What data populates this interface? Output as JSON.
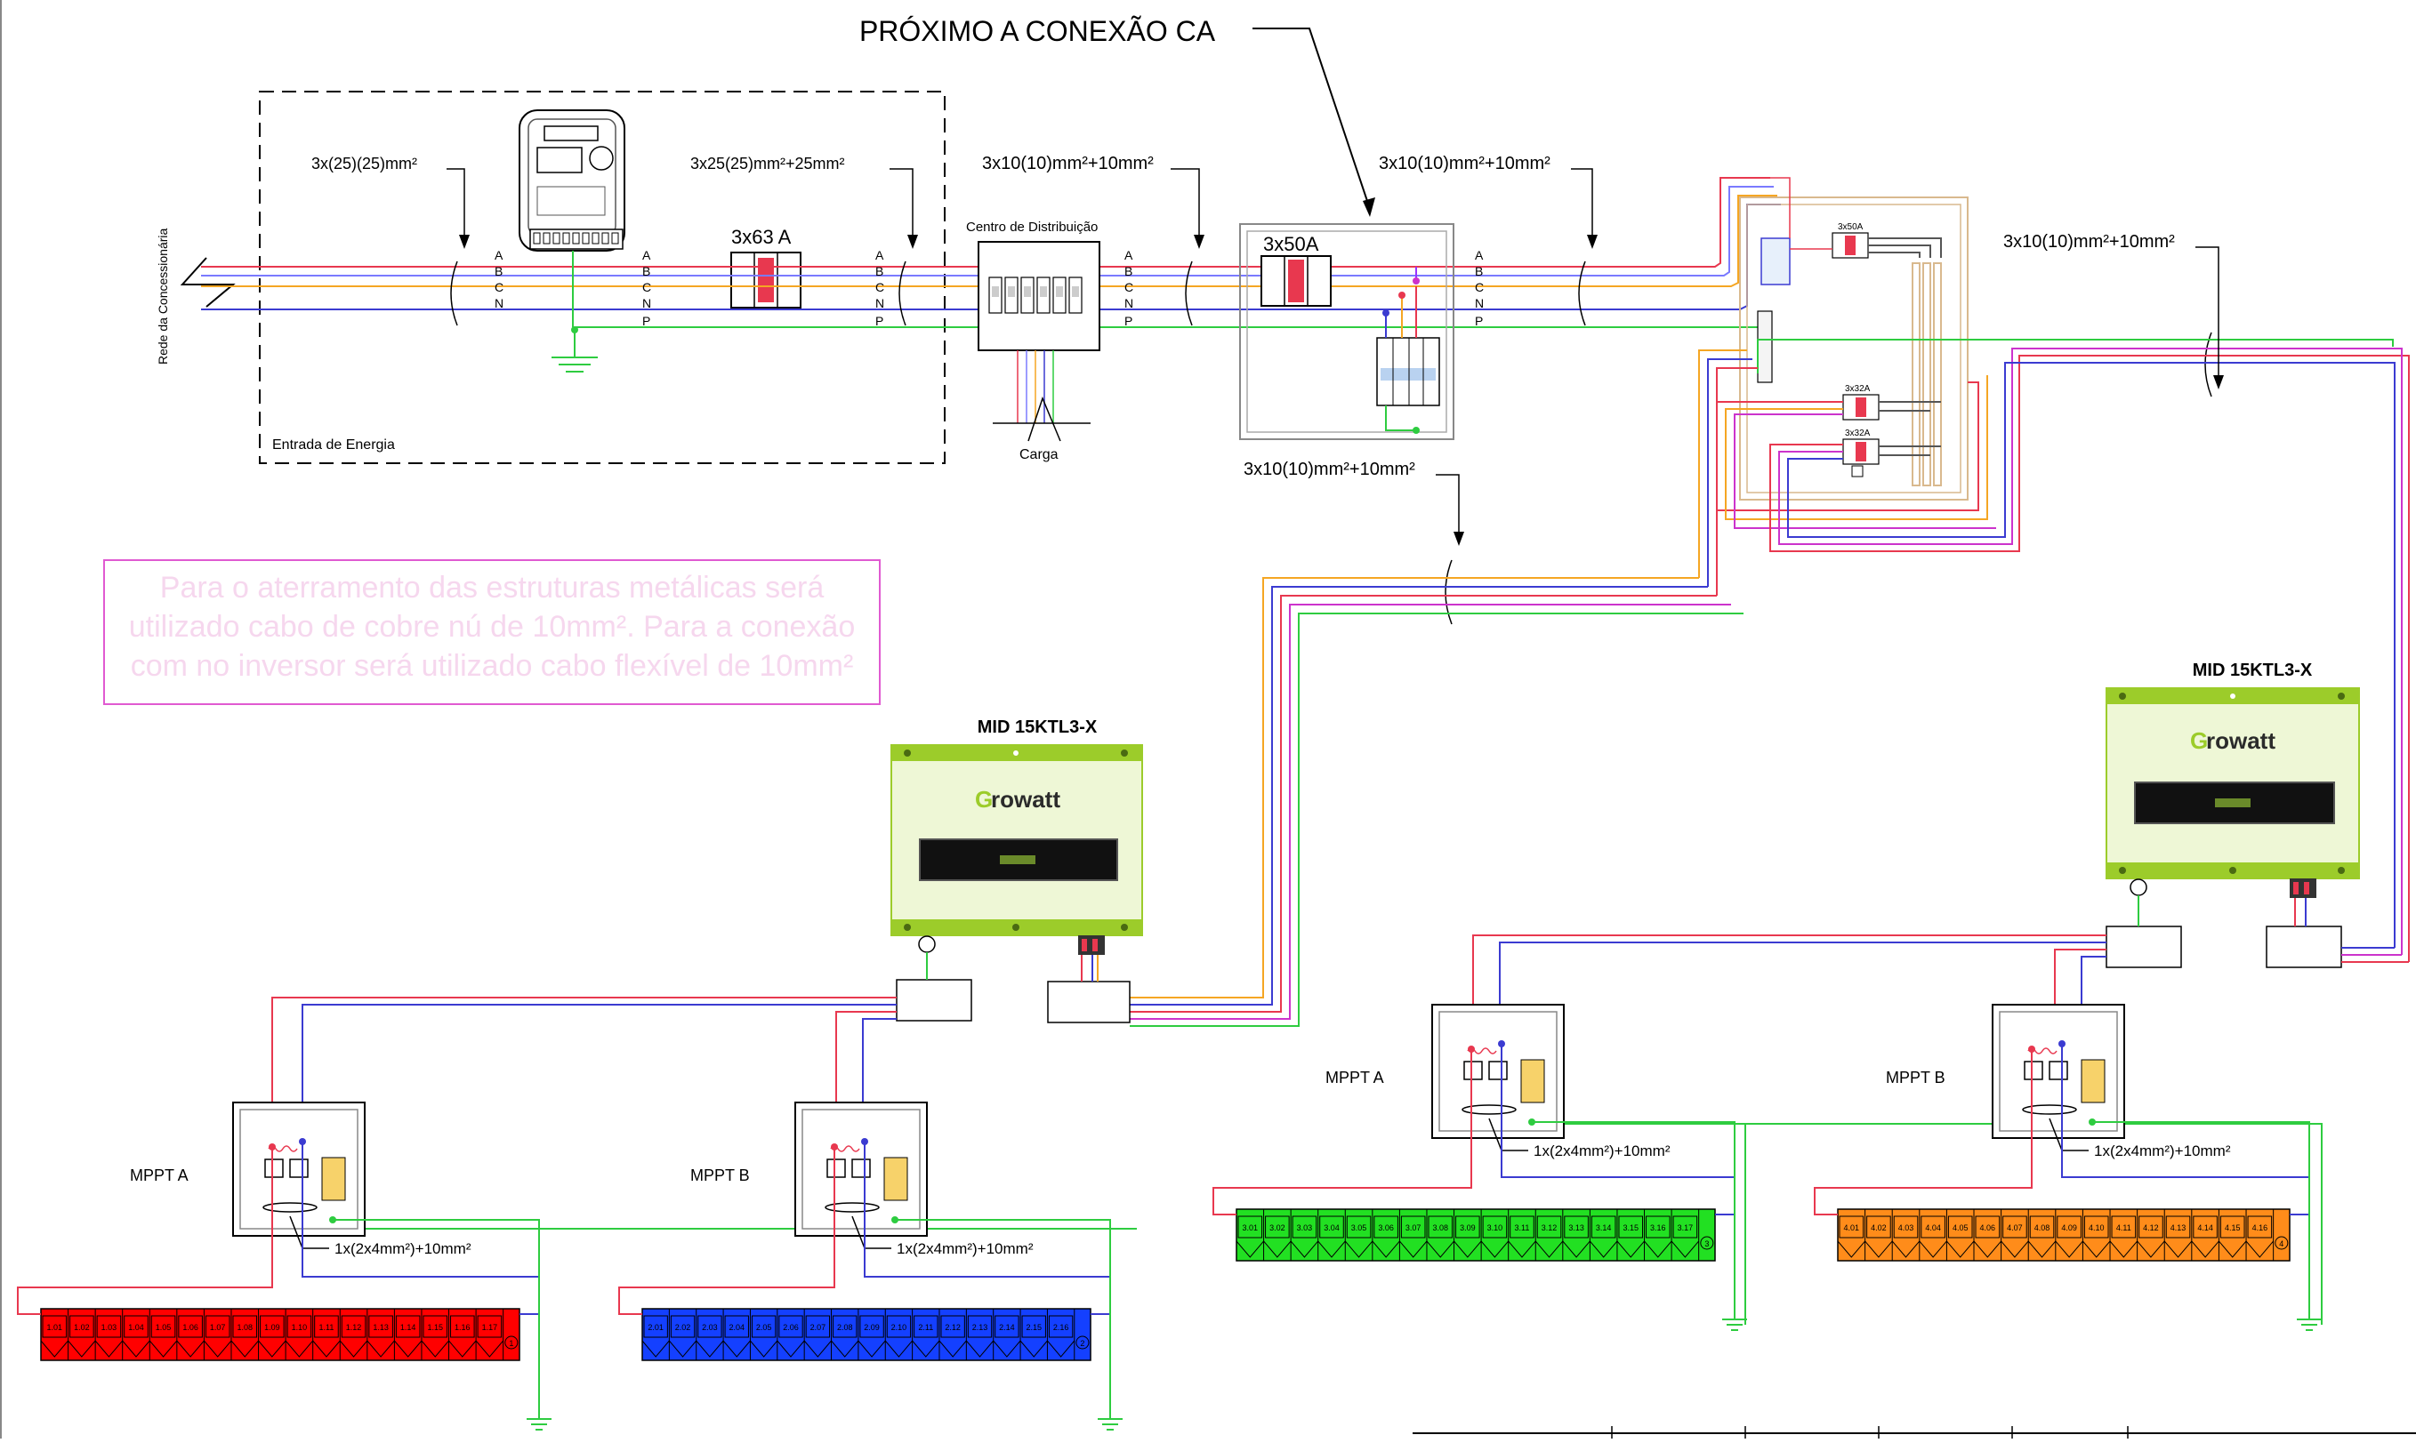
{
  "colors": {
    "phase_a": "#e8384f",
    "phase_b": "#7a7aff",
    "phase_c": "#f5a623",
    "neutral": "#3b3bd1",
    "earth": "#2ecc40",
    "inverter_body": "#eef7d6",
    "inverter_bar": "#9ccc2a",
    "string1": "#ff0000",
    "string2": "#1440ff",
    "string3": "#22e022",
    "string4": "#ff8c1a",
    "note_border": "#e05ad1",
    "note_text": "#f6d7ee"
  },
  "header": {
    "title": "PRÓXIMO A CONEXÃO CA"
  },
  "phase_letters": [
    "A",
    "B",
    "C",
    "N"
  ],
  "phase_letters_p": [
    "A",
    "B",
    "C",
    "N",
    "P"
  ],
  "entrance": {
    "rede_label": "Rede da Concessionária",
    "box_label": "Entrada de Energia",
    "cable1": "3x(25)(25)mm²",
    "cable2": "3x25(25)mm²+25mm²",
    "breaker": "3x63 A"
  },
  "distribution": {
    "label": "Centro de Distribuição",
    "load": "Carga",
    "cable": "3x10(10)mm²+10mm²"
  },
  "ac_panel": {
    "breaker": "3x50A",
    "cable_out": "3x10(10)mm²+10mm²",
    "cable_down": "3x10(10)mm²+10mm²"
  },
  "combiner": {
    "main_breaker": "3x50A",
    "breaker_1": "3x32A",
    "breaker_2": "3x32A",
    "cable": "3x10(10)mm²+10mm²"
  },
  "note": {
    "lines": [
      "Para o aterramento das estruturas metálicas será",
      "utilizado cabo de cobre nú de 10mm². Para a conexão",
      "com no inversor será utilizado cabo flexível de 10mm²"
    ]
  },
  "inverter_left": {
    "model": "MID 15KTL3-X",
    "brand_first": "G",
    "brand_rest": "rowatt"
  },
  "inverter_right": {
    "model": "MID 15KTL3-X",
    "brand_first": "G",
    "brand_rest": "rowatt"
  },
  "mppt": {
    "a_left": "MPPT A",
    "b_left": "MPPT B",
    "a_right": "MPPT A",
    "b_right": "MPPT B",
    "dc_cable": "1x(2x4mm²)+10mm²"
  },
  "strings": [
    {
      "id": "1",
      "modules": [
        "1.01",
        "1.02",
        "1.03",
        "1.04",
        "1.05",
        "1.06",
        "1.07",
        "1.08",
        "1.09",
        "1.10",
        "1.11",
        "1.12",
        "1.13",
        "1.14",
        "1.15",
        "1.16",
        "1.17"
      ]
    },
    {
      "id": "2",
      "modules": [
        "2.01",
        "2.02",
        "2.03",
        "2.04",
        "2.05",
        "2.06",
        "2.07",
        "2.08",
        "2.09",
        "2.10",
        "2.11",
        "2.12",
        "2.13",
        "2.14",
        "2.15",
        "2.16"
      ]
    },
    {
      "id": "3",
      "modules": [
        "3.01",
        "3.02",
        "3.03",
        "3.04",
        "3.05",
        "3.06",
        "3.07",
        "3.08",
        "3.09",
        "3.10",
        "3.11",
        "3.12",
        "3.13",
        "3.14",
        "3.15",
        "3.16",
        "3.17"
      ]
    },
    {
      "id": "4",
      "modules": [
        "4.01",
        "4.02",
        "4.03",
        "4.04",
        "4.05",
        "4.06",
        "4.07",
        "4.08",
        "4.09",
        "4.10",
        "4.11",
        "4.12",
        "4.13",
        "4.14",
        "4.15",
        "4.16"
      ]
    }
  ]
}
